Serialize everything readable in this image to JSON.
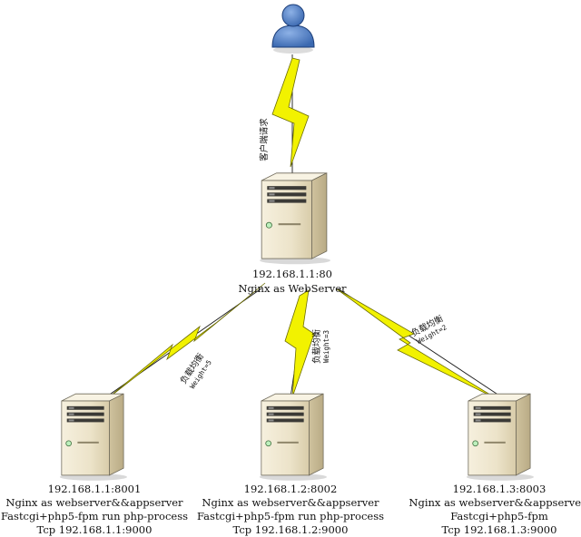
{
  "client": {
    "link_label": "客户端请求"
  },
  "web_server": {
    "address": "192.168.1.1:80",
    "role": "Nginx as WebServer"
  },
  "app_servers": [
    {
      "address": "192.168.1.1:8001",
      "role": "Nginx as webserver&&appserver",
      "process": "Fastcgi+php5-fpm run php-process",
      "tcp": "Tcp 192.168.1.1:9000",
      "link_label": "负载均衡",
      "weight": "Weight=5"
    },
    {
      "address": "192.168.1.2:8002",
      "role": "Nginx as webserver&&appserver",
      "process": "Fastcgi+php5-fpm run php-process",
      "tcp": "Tcp 192.168.1.2:9000",
      "link_label": "负载均衡",
      "weight": "Weight=3"
    },
    {
      "address": "192.168.1.3:8003",
      "role": "Nginx as webserver&&appserver",
      "process": "Fastcgi+php5-fpm",
      "tcp": "Tcp 192.168.1.3:9000",
      "link_label": "负载均衡",
      "weight": "Weight=2"
    }
  ],
  "colors": {
    "bolt": "#f2f200",
    "bolt_outline": "#6b6b00",
    "server_body": "#ece3c9",
    "server_shadow": "#c9bc97",
    "user": "#4f7fc7"
  }
}
